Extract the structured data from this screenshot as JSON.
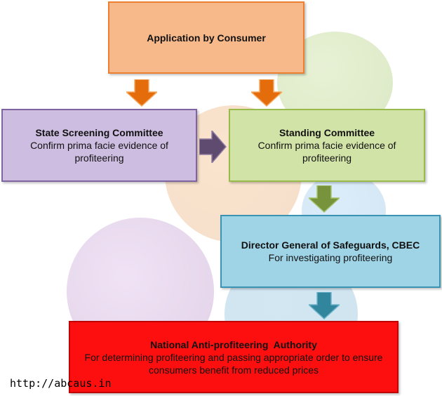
{
  "nodes": {
    "application": {
      "title": "Application by Consumer",
      "colors": {
        "fill": "#f8b98a",
        "border": "#ec7f30"
      }
    },
    "state_screening": {
      "title": "State Screening Committee",
      "desc": "Confirm prima facie evidence of profiteering",
      "colors": {
        "fill": "#cdbde1",
        "border": "#8064a2"
      }
    },
    "standing": {
      "title": "Standing Committee",
      "desc": "Confirm prima facie evidence of profiteering",
      "colors": {
        "fill": "#d2e3a8",
        "border": "#98bb4c"
      }
    },
    "dgs": {
      "title": "Director General of Safeguards, CBEC",
      "desc": "For investigating profiteering",
      "colors": {
        "fill": "#9fd4e6",
        "border": "#3a93b3"
      }
    },
    "naa": {
      "title": "National Anti-profiteering  Authority",
      "desc": "For determining profiteering and passing appropriate order to ensure consumers benefit from reduced prices",
      "colors": {
        "fill": "#fd0f0f",
        "border": "#c00000"
      }
    }
  },
  "arrows": {
    "application_to_state": {
      "direction": "down",
      "color": "#e46c0a"
    },
    "application_to_standing": {
      "direction": "down",
      "color": "#e46c0a"
    },
    "state_to_standing": {
      "direction": "right",
      "color": "#5f4b70"
    },
    "standing_to_dgs": {
      "direction": "down",
      "color": "#77933c"
    },
    "dgs_to_naa": {
      "direction": "down",
      "color": "#31859c"
    }
  },
  "watermark": {
    "text": "http://abcaus.in"
  }
}
